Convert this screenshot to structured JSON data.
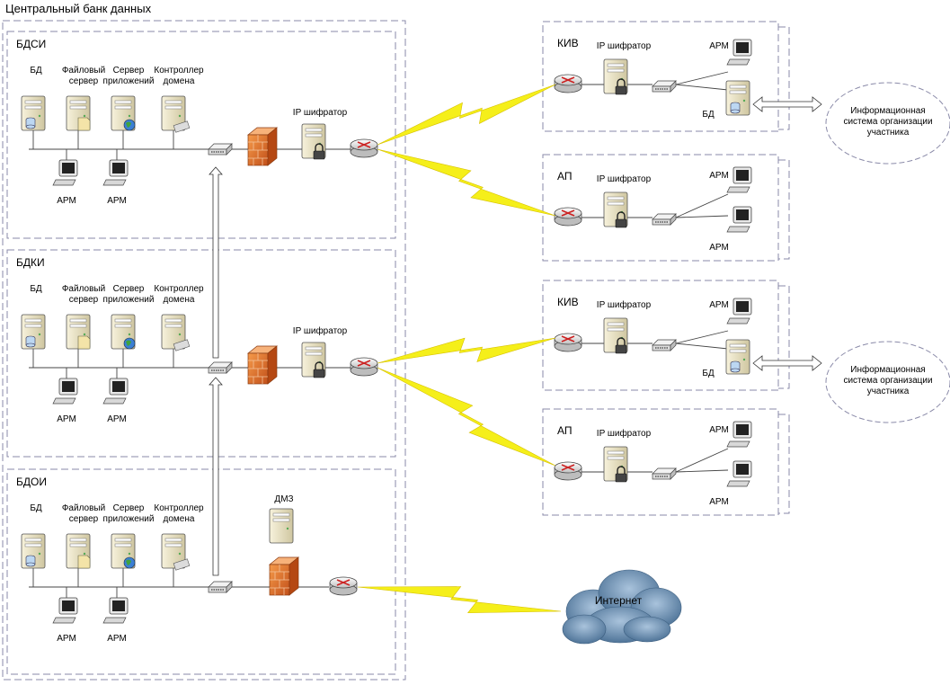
{
  "title": "Центральный банк данных",
  "sections": [
    {
      "name": "БДСИ",
      "servers": [
        "БД",
        "Файловый\nсервер",
        "Сервер\nприложений",
        "Контроллер\nдомена"
      ],
      "arm": [
        "АРМ",
        "АРМ"
      ],
      "encryptor": "IP шифратор"
    },
    {
      "name": "БДКИ",
      "servers": [
        "БД",
        "Файловый\nсервер",
        "Сервер\nприложений",
        "Контроллер\nдомена"
      ],
      "arm": [
        "АРМ",
        "АРМ"
      ],
      "encryptor": "IP шифратор"
    },
    {
      "name": "БДОИ",
      "servers": [
        "БД",
        "Файловый\nсервер",
        "Сервер\nприложений",
        "Контроллер\nдомена"
      ],
      "arm": [
        "АРМ",
        "АРМ"
      ],
      "dmz": "ДМЗ"
    }
  ],
  "remote_sites": [
    {
      "name": "КИВ",
      "encryptor": "IP шифратор",
      "arm": "АРМ",
      "db": "БД",
      "ext": "Информационная\nсистема организации\nучастника"
    },
    {
      "name": "АП",
      "encryptor": "IP шифратор",
      "arm": [
        "АРМ",
        "АРМ"
      ]
    },
    {
      "name": "КИВ",
      "encryptor": "IP шифратор",
      "arm": "АРМ",
      "db": "БД",
      "ext": "Информационная\nсистема организации\nучастника"
    },
    {
      "name": "АП",
      "encryptor": "IP шифратор",
      "arm": [
        "АРМ",
        "АРМ"
      ]
    }
  ],
  "internet": "Интернет",
  "colors": {
    "border": "#8a8aa8",
    "lightning": "#f5ef1a",
    "firewall": "#e8702a",
    "server": "#ece6c8",
    "cloud": "#6f93b4"
  }
}
